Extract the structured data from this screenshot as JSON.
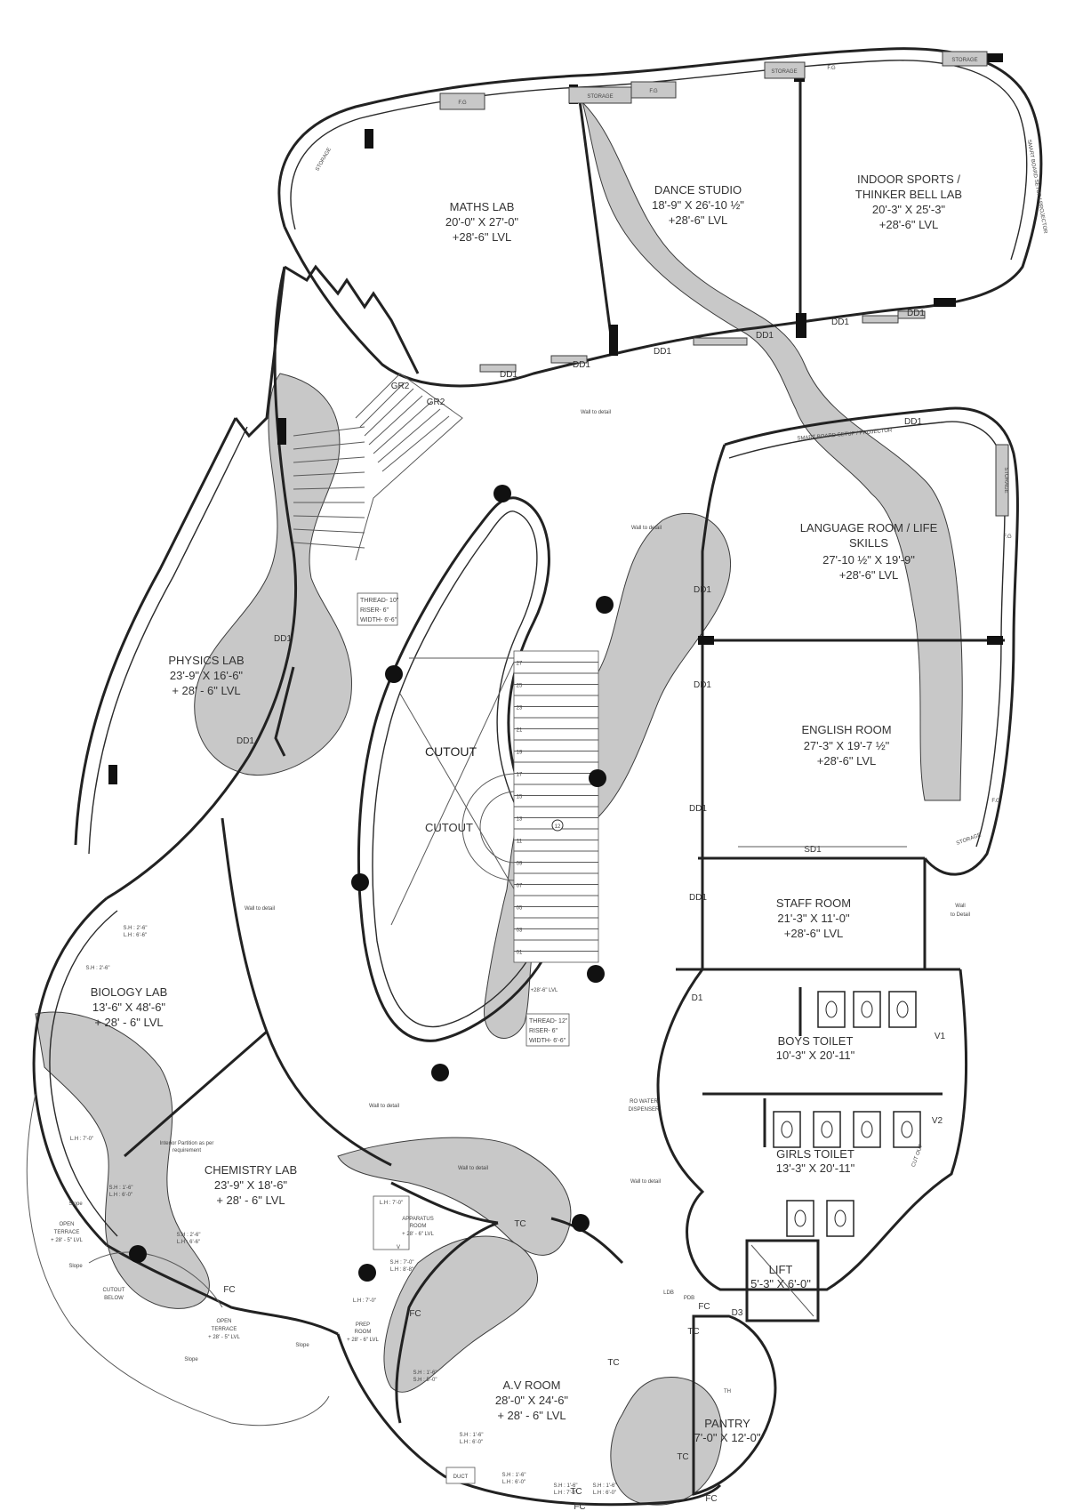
{
  "rooms": {
    "maths": {
      "name": "MATHS LAB",
      "size": "20'-0\" X 27'-0\"",
      "level": "+28'-6\" LVL"
    },
    "dance": {
      "name": "DANCE STUDIO",
      "size": "18'-9\" X 26'-10 ½\"",
      "level": "+28'-6\" LVL"
    },
    "sports": {
      "name1": "INDOOR SPORTS /",
      "name2": "THINKER BELL LAB",
      "size": "20'-3\" X 25'-3\"",
      "level": "+28'-6\" LVL"
    },
    "language": {
      "name1": "LANGUAGE ROOM / LIFE",
      "name2": "SKILLS",
      "size": "27'-10 ½\" X 19'-9\"",
      "level": "+28'-6\" LVL"
    },
    "english": {
      "name": "ENGLISH ROOM",
      "size": "27'-3\" X 19'-7 ½\"",
      "level": "+28'-6\" LVL"
    },
    "staff": {
      "name": "STAFF ROOM",
      "size": "21'-3\" X 11'-0\"",
      "level": "+28'-6\" LVL"
    },
    "physics": {
      "name": "PHYSICS LAB",
      "size": "23'-9\" X 16'-6\"",
      "level": "+ 28' - 6\" LVL"
    },
    "biology": {
      "name": "BIOLOGY LAB",
      "size": "13'-6\" X 48'-6\"",
      "level": "+ 28' - 6\" LVL"
    },
    "chemistry": {
      "name": "CHEMISTRY LAB",
      "size": "23'-9\" X 18'-6\"",
      "level": "+ 28' - 6\" LVL"
    },
    "boys": {
      "name": "BOYS TOILET",
      "size": "10'-3\" X 20'-11\""
    },
    "girls": {
      "name": "GIRLS TOILET",
      "size": "13'-3\" X 20'-11\""
    },
    "av": {
      "name": "A.V ROOM",
      "size": "28'-0\" X 24'-6\"",
      "level": "+ 28' - 6\" LVL"
    },
    "lift": {
      "name": "LIFT",
      "size": "5'-3\" X 6'-0\""
    },
    "pantry": {
      "name": "PANTRY",
      "size": "7'-0\" X 12'-0\""
    }
  },
  "cutout": {
    "main": "CUTOUT",
    "secondary": "CUTOUT"
  },
  "stair_notes": {
    "upper": [
      "THREAD- 10\"",
      "RISER- 6\"",
      "WIDTH- 6'-6\""
    ],
    "lower": [
      "THREAD- 12\"",
      "RISER- 6\"",
      "WIDTH- 6'-6\""
    ],
    "level": "+28'-6\" LVL"
  },
  "stair_numbers": [
    "27",
    "25",
    "23",
    "21",
    "19",
    "17",
    "15",
    "13",
    "11",
    "09",
    "07",
    "05",
    "03",
    "01"
  ],
  "stair_center": "12",
  "door_tags": {
    "dd1": "DD1",
    "sd1": "SD1",
    "d1": "D1",
    "d3": "D3",
    "gr2": "GR2",
    "tc": "TC",
    "fc": "FC",
    "v1": "V1",
    "v2": "V2",
    "v": "V",
    "ldb": "LDB",
    "pdb": "PDB",
    "th": "TH",
    "duct": "DUCT"
  },
  "notes": {
    "wall_to_detail": "Wall to detail",
    "wall_to": "Wall",
    "to_detail": "to Detail",
    "storage": "STORAGE",
    "fg": "F.G",
    "smart_board": "SMART BOARD SETUP / PROJECTOR",
    "ro1": "RO WATER",
    "ro2": "DISPENSER",
    "interior1": "Interior Partition as per",
    "interior2": "requirement",
    "open_terrace": "OPEN",
    "open_terrace2": "TERRACE",
    "terrace_level": "+ 28' - 5\" LVL",
    "slope": "Slope",
    "cutout_below1": "CUTOUT",
    "cutout_below2": "BELOW",
    "cut_out": "CUT OUT",
    "apparatus1": "APPARATUS",
    "apparatus2": "ROOM",
    "apparatus_level": "+ 28' - 6\" LVL",
    "prep1": "PREP",
    "prep2": "ROOM",
    "prep_level": "+ 28' - 6\" LVL",
    "sh_2_6": "S.H : 2'-6\"",
    "lh_6_6": "L.H : 6'-6\"",
    "sh_1_6": "S.H : 1'-6\"",
    "lh_6_0": "L.H : 6'-0\"",
    "lh_7_0": "L.H : 7'-0\"",
    "sh_5_0": "S.H : 5'-0\"",
    "lh_7_3": "L.H : 7'-3\"",
    "sh_7_0": "S.H : 7'-0\"",
    "lh_8_8": "L.H : 8'-8\""
  }
}
